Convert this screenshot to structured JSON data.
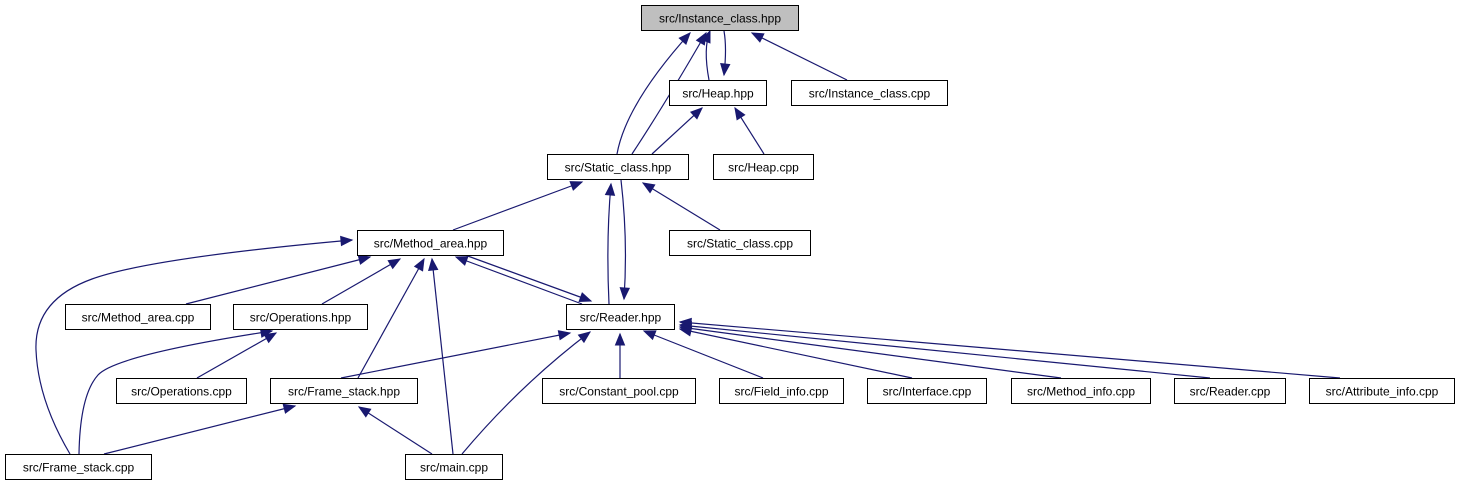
{
  "colors": {
    "edge": "#191970",
    "node_fill": "#ffffff",
    "root_fill": "#bfbfbf",
    "node_border": "#000000"
  },
  "nodes": [
    {
      "id": "instance_hpp",
      "label": "src/Instance_class.hpp",
      "root": true
    },
    {
      "id": "heap_hpp",
      "label": "src/Heap.hpp"
    },
    {
      "id": "instance_cpp",
      "label": "src/Instance_class.cpp"
    },
    {
      "id": "static_hpp",
      "label": "src/Static_class.hpp"
    },
    {
      "id": "heap_cpp",
      "label": "src/Heap.cpp"
    },
    {
      "id": "method_area_hpp",
      "label": "src/Method_area.hpp"
    },
    {
      "id": "static_cpp",
      "label": "src/Static_class.cpp"
    },
    {
      "id": "method_area_cpp",
      "label": "src/Method_area.cpp"
    },
    {
      "id": "operations_hpp",
      "label": "src/Operations.hpp"
    },
    {
      "id": "reader_hpp",
      "label": "src/Reader.hpp"
    },
    {
      "id": "operations_cpp",
      "label": "src/Operations.cpp"
    },
    {
      "id": "frame_stack_hpp",
      "label": "src/Frame_stack.hpp"
    },
    {
      "id": "constant_pool_cpp",
      "label": "src/Constant_pool.cpp"
    },
    {
      "id": "field_info_cpp",
      "label": "src/Field_info.cpp"
    },
    {
      "id": "interface_cpp",
      "label": "src/Interface.cpp"
    },
    {
      "id": "method_info_cpp",
      "label": "src/Method_info.cpp"
    },
    {
      "id": "reader_cpp",
      "label": "src/Reader.cpp"
    },
    {
      "id": "attribute_info_cpp",
      "label": "src/Attribute_info.cpp"
    },
    {
      "id": "frame_stack_cpp",
      "label": "src/Frame_stack.cpp"
    },
    {
      "id": "main_cpp",
      "label": "src/main.cpp"
    }
  ],
  "edges": [
    {
      "from": "heap_hpp",
      "to": "instance_hpp"
    },
    {
      "from": "instance_hpp",
      "to": "heap_hpp"
    },
    {
      "from": "instance_cpp",
      "to": "instance_hpp"
    },
    {
      "from": "static_hpp",
      "to": "instance_hpp"
    },
    {
      "from": "static_hpp",
      "to": "instance_hpp"
    },
    {
      "from": "static_hpp",
      "to": "heap_hpp"
    },
    {
      "from": "heap_cpp",
      "to": "heap_hpp"
    },
    {
      "from": "method_area_hpp",
      "to": "static_hpp"
    },
    {
      "from": "static_cpp",
      "to": "static_hpp"
    },
    {
      "from": "reader_hpp",
      "to": "static_hpp"
    },
    {
      "from": "static_hpp",
      "to": "reader_hpp"
    },
    {
      "from": "method_area_cpp",
      "to": "method_area_hpp"
    },
    {
      "from": "operations_hpp",
      "to": "method_area_hpp"
    },
    {
      "from": "reader_hpp",
      "to": "method_area_hpp"
    },
    {
      "from": "method_area_hpp",
      "to": "reader_hpp"
    },
    {
      "from": "frame_stack_hpp",
      "to": "method_area_hpp"
    },
    {
      "from": "main_cpp",
      "to": "method_area_hpp"
    },
    {
      "from": "frame_stack_cpp",
      "to": "method_area_hpp"
    },
    {
      "from": "operations_cpp",
      "to": "operations_hpp"
    },
    {
      "from": "frame_stack_cpp",
      "to": "operations_hpp"
    },
    {
      "from": "frame_stack_hpp",
      "to": "reader_hpp"
    },
    {
      "from": "main_cpp",
      "to": "reader_hpp"
    },
    {
      "from": "constant_pool_cpp",
      "to": "reader_hpp"
    },
    {
      "from": "field_info_cpp",
      "to": "reader_hpp"
    },
    {
      "from": "interface_cpp",
      "to": "reader_hpp"
    },
    {
      "from": "method_info_cpp",
      "to": "reader_hpp"
    },
    {
      "from": "reader_cpp",
      "to": "reader_hpp"
    },
    {
      "from": "attribute_info_cpp",
      "to": "reader_hpp"
    },
    {
      "from": "frame_stack_cpp",
      "to": "frame_stack_hpp"
    },
    {
      "from": "main_cpp",
      "to": "frame_stack_hpp"
    }
  ]
}
